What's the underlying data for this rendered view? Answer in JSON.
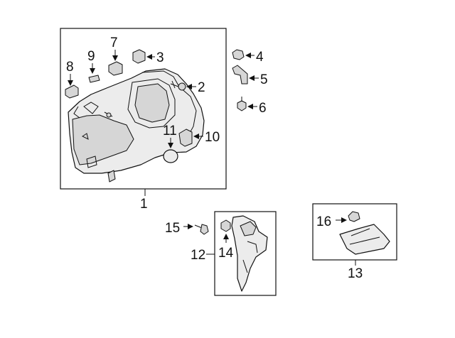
{
  "diagram": {
    "title": "",
    "callouts": {
      "c1": "1",
      "c2": "2",
      "c3": "3",
      "c4": "4",
      "c5": "5",
      "c6": "6",
      "c7": "7",
      "c8": "8",
      "c9": "9",
      "c10": "10",
      "c11": "11",
      "c12": "12",
      "c13": "13",
      "c14": "14",
      "c15": "15",
      "c16": "16"
    }
  }
}
